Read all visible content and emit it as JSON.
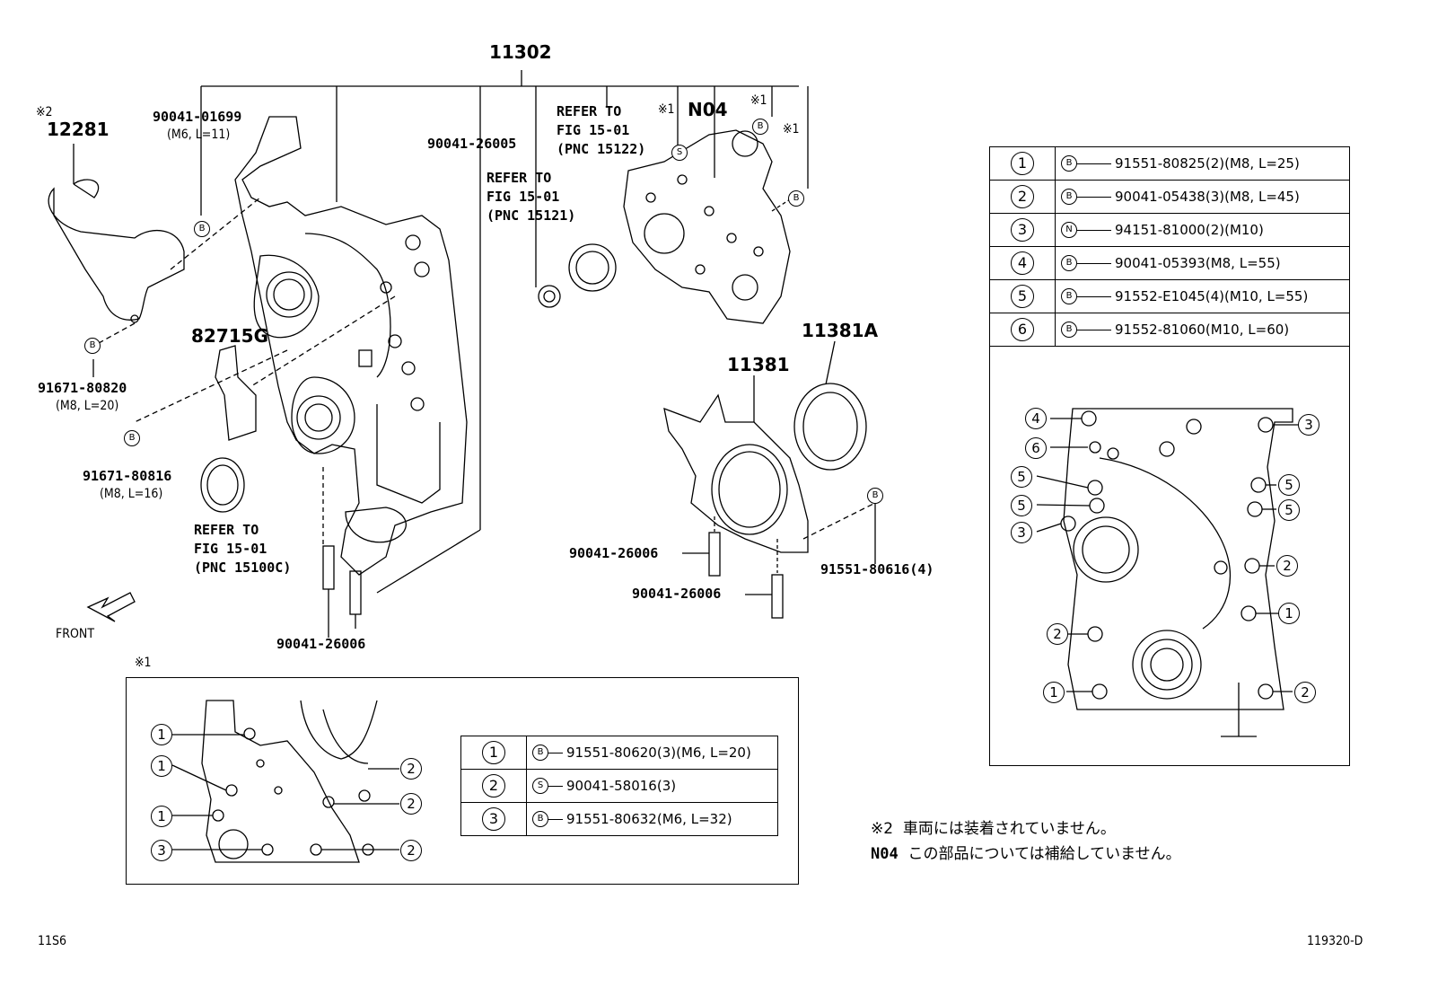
{
  "main_part": "11302",
  "parts": {
    "p12281": {
      "mark": "※2",
      "code": "12281"
    },
    "p9004101699": {
      "code": "90041-01699",
      "spec": "(M6, L=11)"
    },
    "p9004126005": {
      "code": "90041-26005"
    },
    "refer15122": [
      "REFER TO",
      "FIG 15-01",
      "(PNC 15122)"
    ],
    "refer15121": [
      "REFER TO",
      "FIG 15-01",
      "(PNC 15121)"
    ],
    "refer15100c": [
      "REFER TO",
      "FIG 15-01",
      "(PNC 15100C)"
    ],
    "mark1a": "※1",
    "mark1b": "※1",
    "mark1c": "※1",
    "n04": "N04",
    "p82715g": "82715G",
    "p11381a": "11381A",
    "p11381": "11381",
    "p9167180820": {
      "code": "91671-80820",
      "spec": "(M8, L=20)"
    },
    "p9167180816": {
      "code": "91671-80816",
      "spec": "(M8, L=16)"
    },
    "p9004126006a": "90041-26006",
    "p9004126006b": "90041-26006",
    "p9004126006c": "90041-26006",
    "p9155180616": "91551-80616(4)",
    "front": "FRONT",
    "b_mark": "B",
    "s_mark": "S"
  },
  "legend_right": [
    {
      "num": "1",
      "mark": "B",
      "text": "91551-80825(2)(M8, L=25)"
    },
    {
      "num": "2",
      "mark": "B",
      "text": "90041-05438(3)(M8, L=45)"
    },
    {
      "num": "3",
      "mark": "N",
      "text": "94151-81000(2)(M10)"
    },
    {
      "num": "4",
      "mark": "B",
      "text": "90041-05393(M8, L=55)"
    },
    {
      "num": "5",
      "mark": "B",
      "text": "91552-E1045(4)(M10, L=55)"
    },
    {
      "num": "6",
      "mark": "B",
      "text": "91552-81060(M10, L=60)"
    }
  ],
  "legend_bottom": [
    {
      "num": "1",
      "mark": "B",
      "text": "91551-80620(3)(M6, L=20)"
    },
    {
      "num": "2",
      "mark": "S",
      "text": "90041-58016(3)"
    },
    {
      "num": "3",
      "mark": "B",
      "text": "91551-80632(M6, L=32)"
    }
  ],
  "bottom_box_mark": "※1",
  "notes": [
    {
      "mark": "※2",
      "text": "車両には装着されていません。"
    },
    {
      "mark": "N04",
      "text": "この部品については補給していません。"
    }
  ],
  "footer_left": "11S6",
  "footer_right": "119320-D"
}
